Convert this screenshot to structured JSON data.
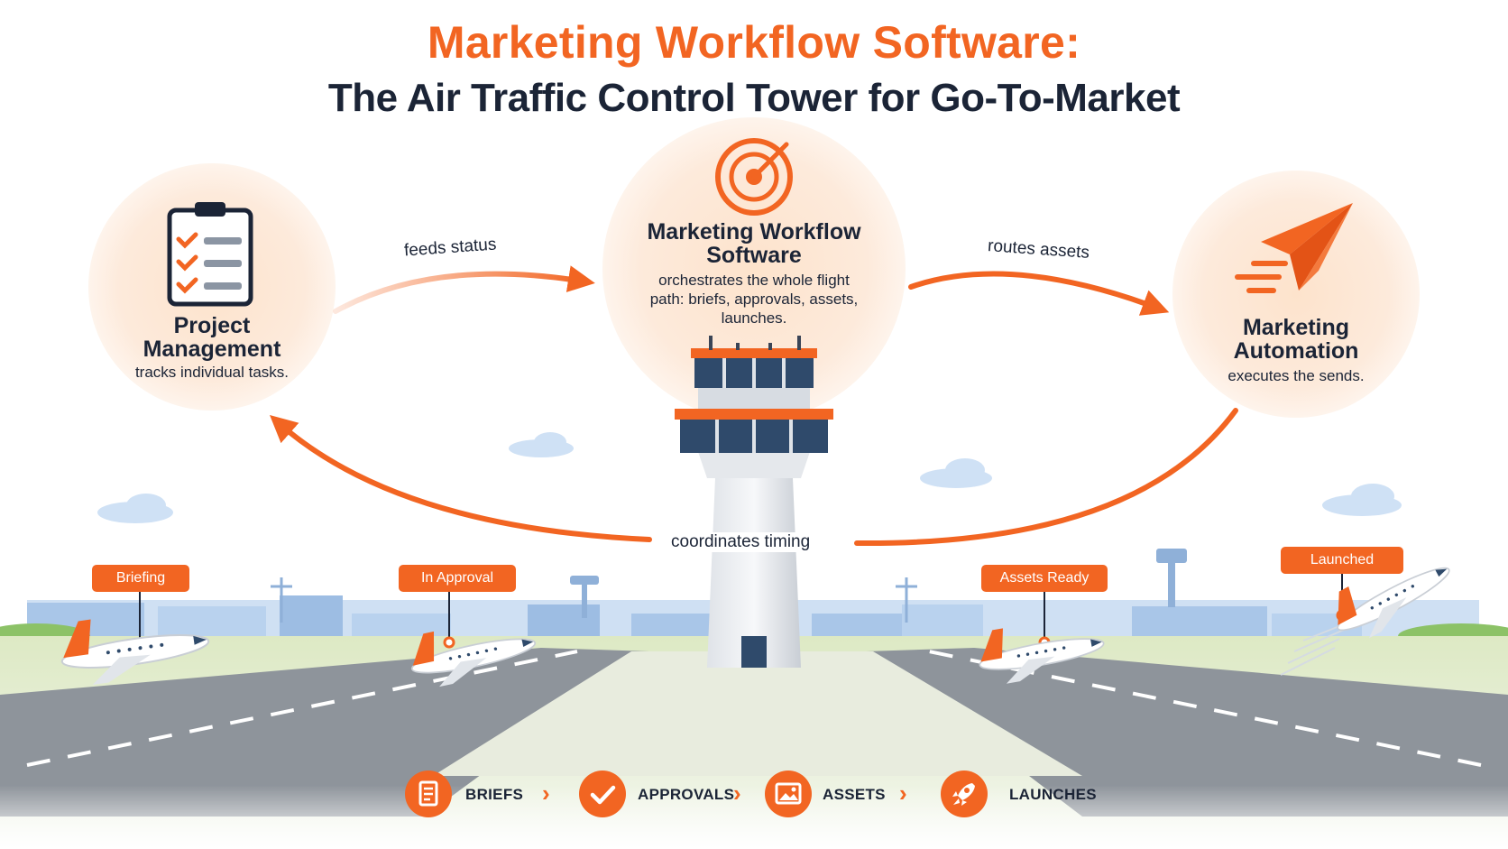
{
  "title": {
    "line1": "Marketing Workflow Software:",
    "line2": "The Air Traffic Control Tower for Go-To-Market"
  },
  "nodes": {
    "project_management": {
      "title": "Project Management",
      "description": "tracks individual tasks.",
      "icon": "clipboard-checklist-icon"
    },
    "workflow_software": {
      "title": "Marketing Workflow Software",
      "description": "orchestrates the whole flight path: briefs, approvals, assets, launches.",
      "icon": "radar-icon"
    },
    "marketing_automation": {
      "title": "Marketing Automation",
      "description": "executes the sends.",
      "icon": "paper-plane-icon"
    }
  },
  "arrows": {
    "feeds_status": "feeds status",
    "routes_assets": "routes assets",
    "coordinates_timing": "coordinates timing"
  },
  "stages": [
    "Briefing",
    "In Approval",
    "Assets Ready",
    "Launched"
  ],
  "legend": [
    {
      "label": "BRIEFS",
      "icon": "document-icon"
    },
    {
      "label": "APPROVALS",
      "icon": "checkmark-icon"
    },
    {
      "label": "ASSETS",
      "icon": "image-icon"
    },
    {
      "label": "LAUNCHES",
      "icon": "rocket-icon"
    }
  ],
  "colors": {
    "accent": "#f26522",
    "navy": "#1b2436",
    "peach": "#fde6d3",
    "tower_glass": "#2f4a6b",
    "runway": "#8e949b",
    "grass": "#b5d98b",
    "sky_building": "#bcd4ef"
  }
}
